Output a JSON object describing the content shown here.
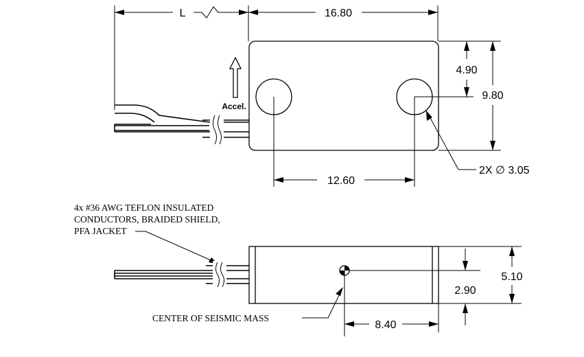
{
  "top_view": {
    "length_label": "L",
    "width_label": "16.80",
    "half_height_label": "4.90",
    "height_label": "9.80",
    "hole_spacing_label": "12.60",
    "hole_callout": "2X ∅ 3.05",
    "accel_label": "Accel."
  },
  "side_view": {
    "cable_note": [
      "4x #36 AWG TEFLON INSULATED",
      "CONDUCTORS, BRAIDED SHIELD,",
      "PFA JACKET"
    ],
    "center_note": "CENTER OF SEISMIC MASS",
    "height_label": "5.10",
    "mass_height_label": "2.90",
    "mass_offset_label": "8.40"
  }
}
